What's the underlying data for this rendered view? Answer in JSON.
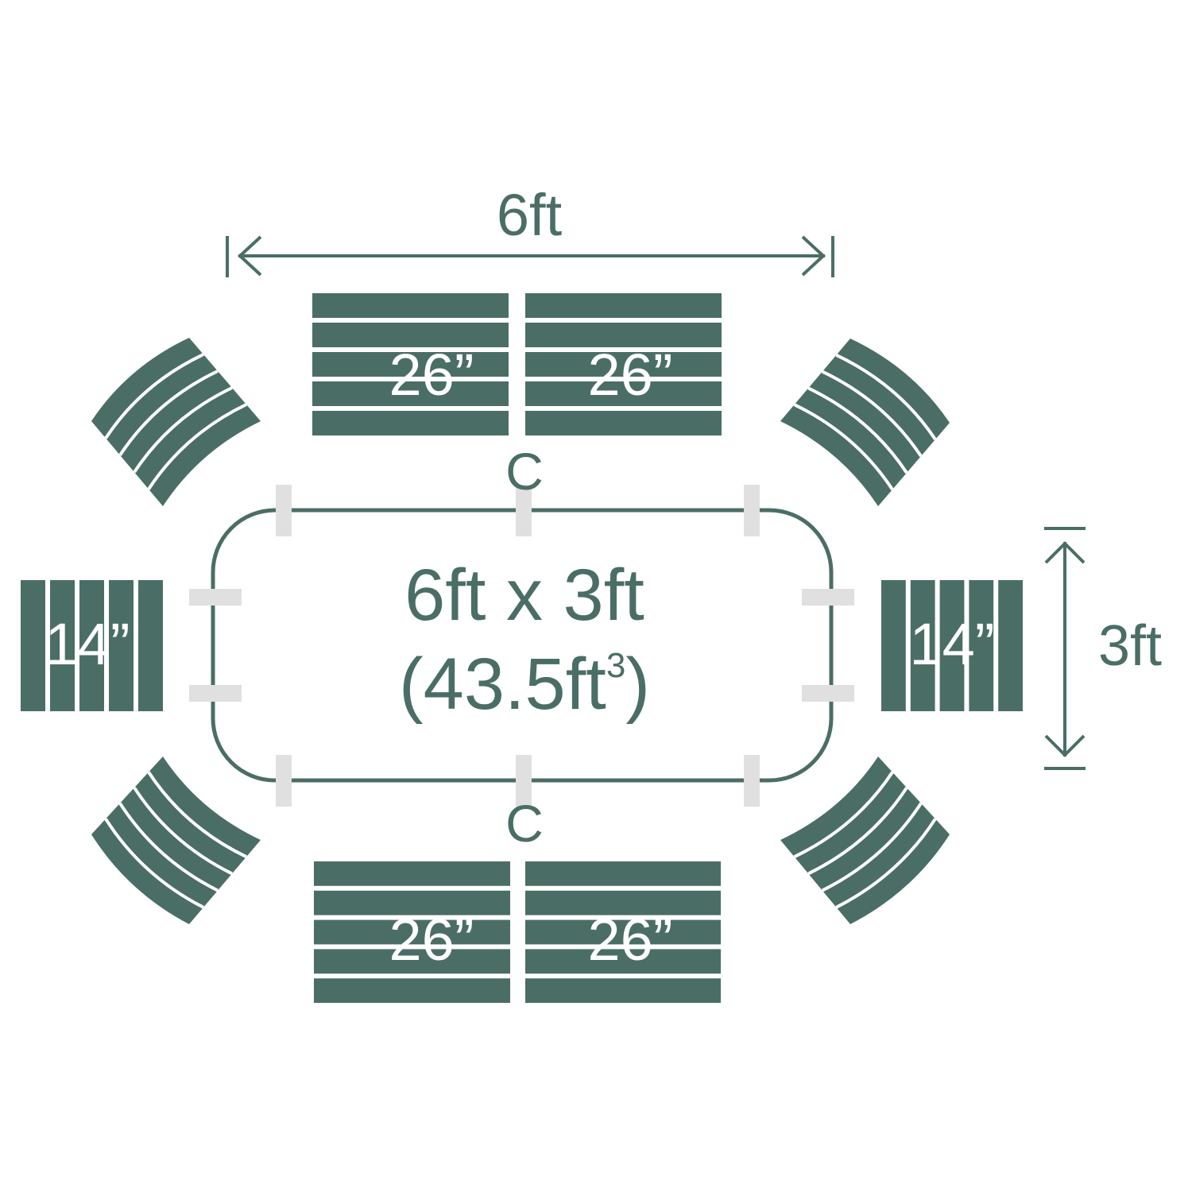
{
  "colors": {
    "seat": "#4a6e66",
    "tab": "#e0e0e0",
    "background": "#ffffff",
    "label_on_seat": "#ffffff"
  },
  "dimensions": {
    "width_label": "6ft",
    "height_label": "3ft",
    "table_size": "6ft x 3ft",
    "table_volume": "(43.5ft",
    "table_volume_exp": "3",
    "table_volume_close": ")"
  },
  "markers": {
    "top": "C",
    "bottom": "C"
  },
  "benches": {
    "top_left": "26”",
    "top_right": "26”",
    "bottom_left": "26”",
    "bottom_right": "26”",
    "left": "14”",
    "right": "14”"
  }
}
